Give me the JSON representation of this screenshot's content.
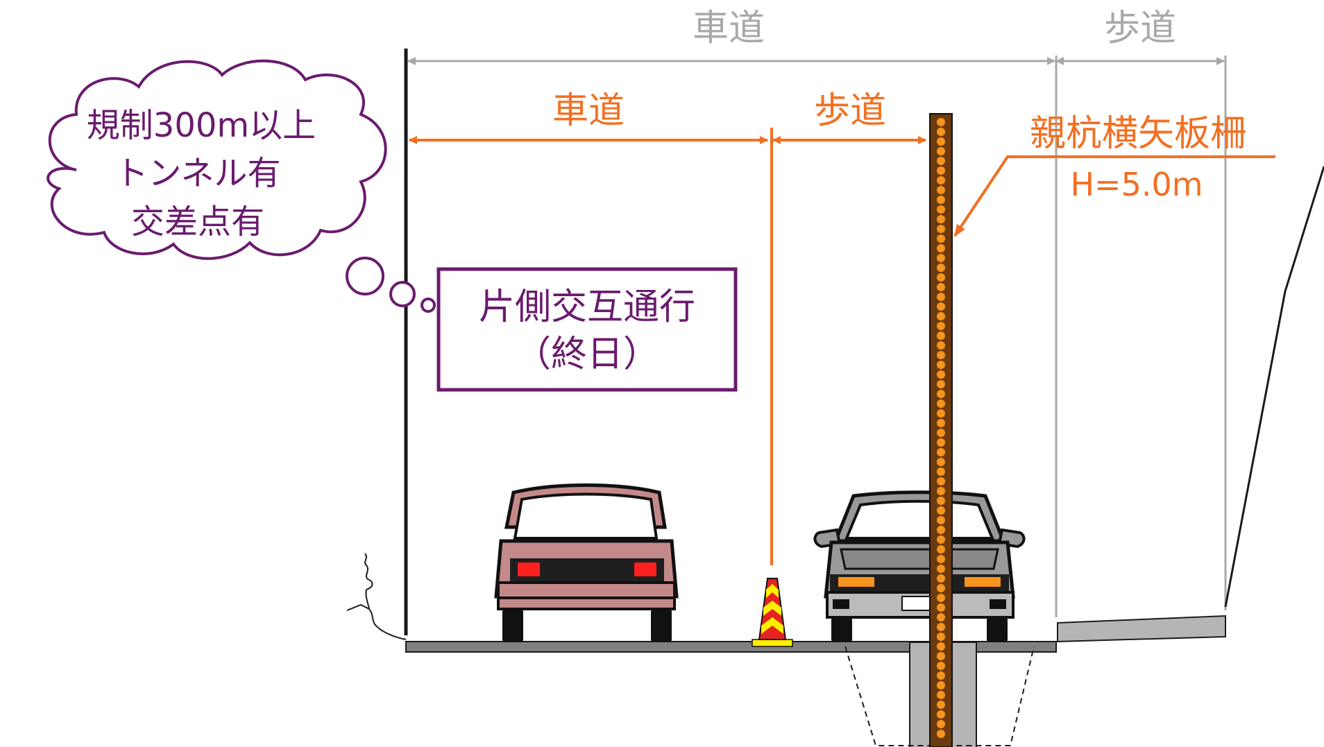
{
  "labels": {
    "top_road": "車道",
    "top_sidewalk": "歩道",
    "cur_road": "車道",
    "cur_sidewalk": "歩道",
    "fence_name": "親杭横矢板柵",
    "fence_height": "H=5.0m"
  },
  "cloud": {
    "line1": "規制300m以上",
    "line2": "トンネル有",
    "line3": "交差点有"
  },
  "box": {
    "line1": "片側交互通行",
    "line2": "（終日）"
  },
  "colors": {
    "orange": "#f36f21",
    "purple": "#6a1b6e",
    "gray_dim": "#a8a8a8",
    "pile_brown": "#6b3a0f",
    "pile_dots": "#f7941d",
    "rear_car_body": "#c48a8a"
  }
}
